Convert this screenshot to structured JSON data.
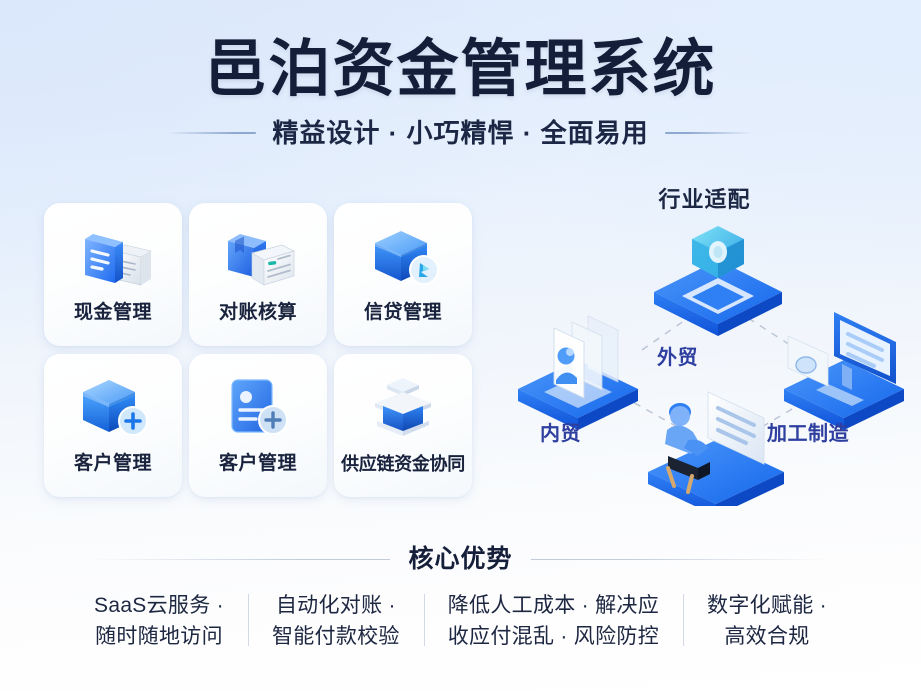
{
  "header": {
    "main_title": "邑泊资金管理系统",
    "subtitle": "精益设计 · 小巧精悍 · 全面易用"
  },
  "features": {
    "cards": [
      {
        "label": "现金管理",
        "icon": "document-stack-icon"
      },
      {
        "label": "对账核算",
        "icon": "binder-sheet-icon"
      },
      {
        "label": "信贷管理",
        "icon": "cube-badge-icon"
      },
      {
        "label": "客户管理",
        "icon": "cube-plus-icon"
      },
      {
        "label": "客户管理",
        "icon": "id-card-plus-icon"
      },
      {
        "label": "供应链资金协同",
        "icon": "pedestal-icon"
      }
    ]
  },
  "diagram": {
    "title": "行业适配",
    "nodes": [
      {
        "label": "",
        "icon": "gear-platform-icon",
        "position": "top"
      },
      {
        "label": "内贸",
        "icon": "panels-search-icon",
        "position": "left"
      },
      {
        "label": "加工制造",
        "icon": "monitor-platform-icon",
        "position": "right"
      },
      {
        "label": "外贸",
        "icon": "person-desk-icon",
        "position": "bottom"
      }
    ]
  },
  "advantages": {
    "title": "核心优势",
    "items": [
      {
        "line1": "SaaS云服务 ·",
        "line2": "随时随地访问"
      },
      {
        "line1": "自动化对账 ·",
        "line2": "智能付款校验"
      },
      {
        "line1": "降低人工成本 · 解决应",
        "line2": "收应付混乱 · 风险防控"
      },
      {
        "line1": "数字化赋能 ·",
        "line2": "高效合规"
      }
    ]
  },
  "colors": {
    "brand_blue": "#1c6ef2",
    "deep_navy": "#141e38",
    "node_label_blue": "#2e3fa0",
    "cyan_accent": "#3fc6e8",
    "background_top": "#dfeafb",
    "background_bottom": "#ffffff"
  }
}
